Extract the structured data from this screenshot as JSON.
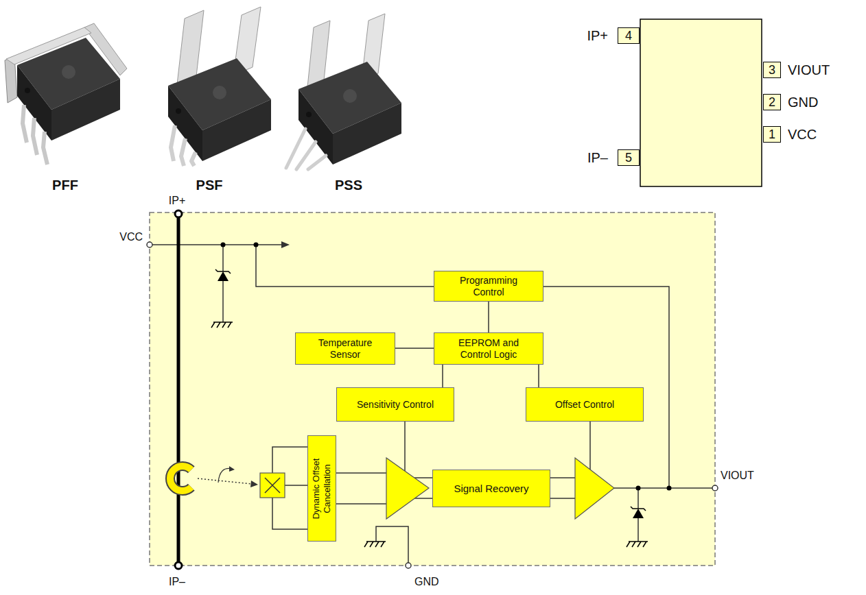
{
  "diagram": {
    "nodes": [
      {
        "text": [
          "4"
        ]
      },
      {
        "text": [
          "3"
        ]
      },
      {
        "text": [
          "2"
        ]
      },
      {
        "text": [
          "1"
        ]
      },
      {
        "text": [
          "5"
        ]
      },
      {
        "text": [
          "Programming Control"
        ]
      },
      {
        "text": [
          "Temperature Sensor"
        ]
      },
      {
        "text": [
          "EEPROM and Control Logic"
        ]
      },
      {
        "text": [
          "Sensitivity Control"
        ]
      },
      {
        "text": [
          "Offset Control"
        ]
      },
      {
        "text": [
          "Dynamic Offset Cancellation"
        ]
      },
      {
        "text": [
          "Signal Recovery"
        ]
      }
    ],
    "edges": [
      {
        "from": 5,
        "to": 7,
        "arrow": "none"
      },
      {
        "from": 6,
        "to": 7,
        "arrow": "none"
      },
      {
        "from": 7,
        "to": 8,
        "arrow": "none"
      },
      {
        "from": 7,
        "to": 9,
        "arrow": "none"
      }
    ],
    "labels": [
      "PFF",
      "PSF",
      "PSS",
      "IP+",
      "VIOUT",
      "GND",
      "VCC",
      "IP–",
      "IP+",
      "VCC",
      "VIOUT",
      "IP–",
      "GND"
    ]
  }
}
